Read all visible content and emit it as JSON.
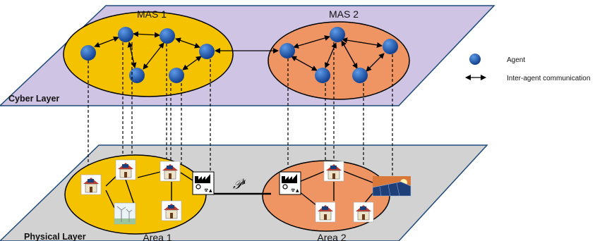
{
  "cyber_layer": {
    "label": "Cyber Layer",
    "mas": [
      {
        "label": "MAS 1",
        "color": "#f5c200"
      },
      {
        "label": "MAS 2",
        "color": "#ef9564"
      }
    ]
  },
  "physical_layer": {
    "label": "Physical Layer",
    "areas": [
      {
        "label": "Area 1",
        "color": "#f5c200"
      },
      {
        "label": "Area 2",
        "color": "#ef9564"
      }
    ],
    "tie_line_label": "𝒫",
    "tie_line_superscript": "k"
  },
  "legend": {
    "agent_label": "Agent",
    "communication_label": "Inter-agent communication"
  },
  "colors": {
    "cyber_plane": "#cfc4e3",
    "physical_plane": "#d2d2d2",
    "agent": "#1d5fbf",
    "plane_border": "#1f4a7a"
  }
}
